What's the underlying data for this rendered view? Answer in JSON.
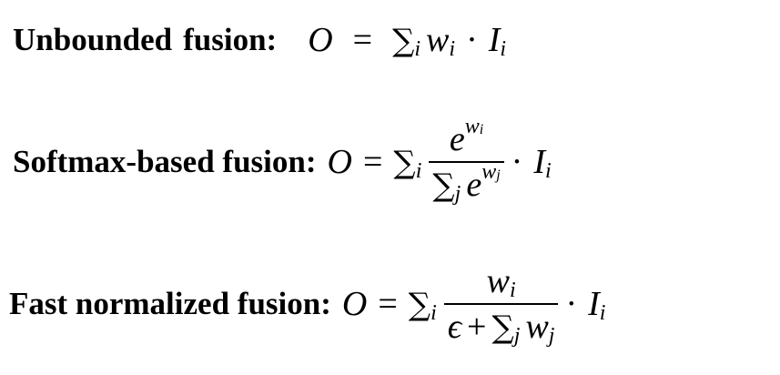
{
  "equations": [
    {
      "id": "unbounded",
      "label_part1": "Unbounded",
      "label_part2": "fusion:",
      "lhs": "O",
      "eq": "=",
      "sum": "∑",
      "sum_index": "i",
      "weight": "w",
      "weight_index": "i",
      "dot": "·",
      "input": "I",
      "input_index": "i"
    },
    {
      "id": "softmax",
      "label": "Softmax-based fusion:",
      "lhs": "O",
      "eq": "=",
      "sum": "∑",
      "sum_index": "i",
      "numerator_base": "e",
      "numerator_exp": "w",
      "numerator_exp_index": "i",
      "denominator_sum": "∑",
      "denominator_sum_index": "j",
      "denominator_base": "e",
      "denominator_exp": "w",
      "denominator_exp_index": "j",
      "dot": "·",
      "input": "I",
      "input_index": "i"
    },
    {
      "id": "fast",
      "label": "Fast normalized fusion:",
      "lhs": "O",
      "eq": "=",
      "sum": "∑",
      "sum_index": "i",
      "numerator": "w",
      "numerator_index": "i",
      "denominator_epsilon": "ϵ",
      "denominator_plus": "+",
      "denominator_sum": "∑",
      "denominator_sum_index": "j",
      "denominator_weight": "w",
      "denominator_weight_index": "j",
      "dot": "·",
      "input": "I",
      "input_index": "i"
    }
  ]
}
